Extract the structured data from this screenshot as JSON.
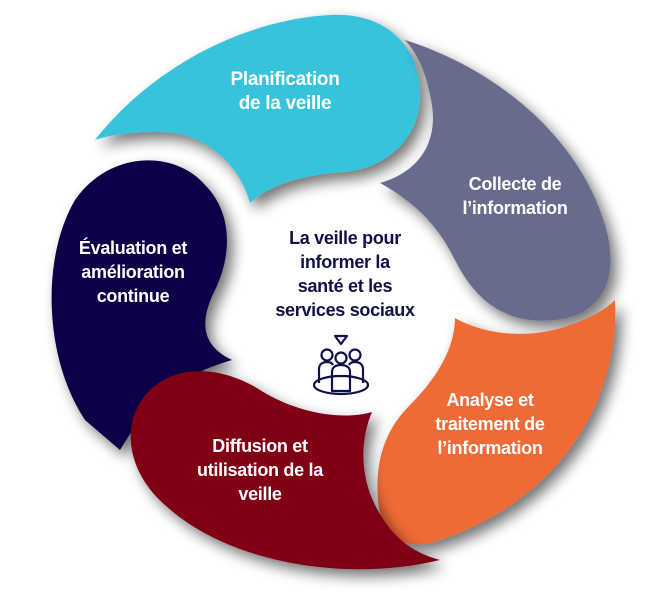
{
  "diagram": {
    "center": {
      "title_lines": [
        "La veille pour",
        "informer la",
        "santé et les",
        "services sociaux"
      ],
      "icon": "people-group-icon",
      "color": "#12104a"
    },
    "steps": [
      {
        "id": "planification",
        "lines": [
          "Planification",
          "de la veille"
        ],
        "color": "#38c3dd"
      },
      {
        "id": "collecte",
        "lines": [
          "Collecte de",
          "l’information"
        ],
        "color": "#686c8c"
      },
      {
        "id": "analyse",
        "lines": [
          "Analyse et",
          "traitement de",
          "l’information"
        ],
        "color": "#f06a36"
      },
      {
        "id": "diffusion",
        "lines": [
          "Diffusion et",
          "utilisation de la",
          "veille"
        ],
        "color": "#800016"
      },
      {
        "id": "evaluation",
        "lines": [
          "Évaluation et",
          "amélioration",
          "continue"
        ],
        "color": "#0f0047"
      }
    ]
  }
}
